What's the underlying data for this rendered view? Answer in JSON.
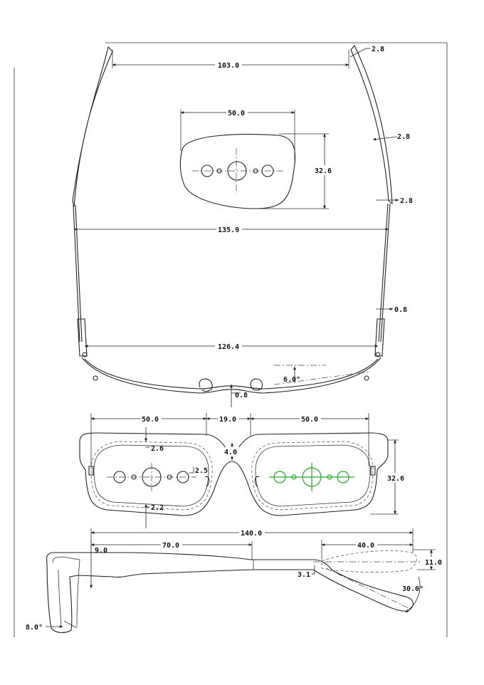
{
  "colors": {
    "line": "#222222",
    "background": "#ffffff",
    "accent_lens": "#22aa22"
  },
  "labels": {
    "top_temple_span": "103.0",
    "temple_thickness_top": "2.8",
    "temple_thickness_mid": "2.8",
    "temple_thickness_tip": "2.8",
    "lens_width_top": "50.0",
    "lens_height_top": "32.6",
    "hinge_span": "135.9",
    "rim_thickness": "0.8",
    "front_inner_span": "126.4",
    "pantoscopic_angle": "6.0°",
    "bridge_offset": "0.8",
    "lens_width_left": "50.0",
    "bridge_width": "19.0",
    "lens_width_right": "50.0",
    "rim_top": "2.6",
    "bridge_height": "4.0",
    "eye_rim": "2.5",
    "lens_height_front": "32.6",
    "rim_bottom": "2.2",
    "temple_length": "140.0",
    "front_depth": "9.0",
    "temple_straight": "70.0",
    "tip_length": "40.0",
    "tip_drop": "11.0",
    "tip_thickness": "3.1",
    "tip_angle": "30.0°",
    "front_tilt": "8.0°"
  }
}
